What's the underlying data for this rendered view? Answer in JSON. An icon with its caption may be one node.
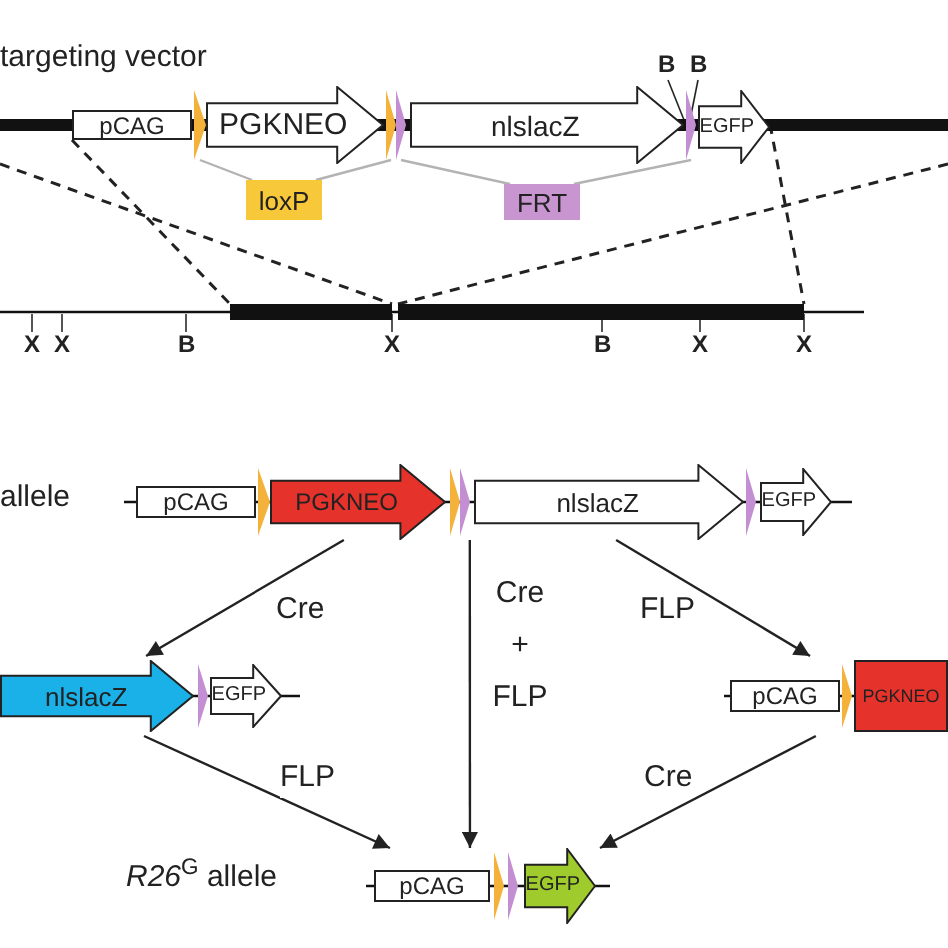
{
  "diagram": {
    "nodes": [
      {
        "text": [],
        "shape": "line",
        "beside": [
          "targeting vector"
        ]
      },
      {
        "text": [
          "pCAG"
        ],
        "in": 0
      },
      {
        "text": [],
        "shape": "triangle",
        "in": 0
      },
      {
        "text": [
          "PGKNEO"
        ],
        "in": 0
      },
      {
        "text": [],
        "shape": "triangle",
        "in": 0
      },
      {
        "text": [],
        "shape": "triangle",
        "in": 0
      },
      {
        "text": [
          "nlslacZ"
        ],
        "in": 0
      },
      {
        "text": [],
        "shape": "triangle",
        "in": 0
      },
      {
        "text": [
          "EGFP"
        ],
        "in": 0
      },
      {
        "text": [
          "loxP"
        ]
      },
      {
        "text": [
          "FRT"
        ]
      },
      {
        "text": [],
        "shape": "line",
        "beside": [
          "allele"
        ]
      },
      {
        "text": [
          "pCAG"
        ],
        "in": 11
      },
      {
        "text": [],
        "shape": "triangle",
        "in": 11
      },
      {
        "text": [
          "PGKNEO"
        ],
        "in": 11
      },
      {
        "text": [],
        "shape": "triangle",
        "in": 11
      },
      {
        "text": [],
        "shape": "triangle",
        "in": 11
      },
      {
        "text": [
          "nlslacZ"
        ],
        "in": 11
      },
      {
        "text": [],
        "shape": "triangle",
        "in": 11
      },
      {
        "text": [
          "EGFP"
        ],
        "in": 11
      },
      {
        "text": [],
        "shape": "line"
      },
      {
        "text": [
          "nlslacZ"
        ],
        "in": 20
      },
      {
        "text": [],
        "shape": "triangle",
        "in": 20
      },
      {
        "text": [
          "EGFP"
        ],
        "in": 20
      },
      {
        "text": [],
        "shape": "line"
      },
      {
        "text": [
          "pCAG"
        ],
        "in": 24
      },
      {
        "text": [],
        "shape": "triangle",
        "in": 24
      },
      {
        "text": [
          "PGKNEO"
        ],
        "in": 24
      },
      {
        "text": [],
        "shape": "line",
        "beside": [
          "*R26*$^{G}$ allele"
        ]
      },
      {
        "text": [
          "pCAG"
        ],
        "in": 28
      },
      {
        "text": [],
        "shape": "triangle",
        "in": 28
      },
      {
        "text": [],
        "shape": "triangle",
        "in": 28
      },
      {
        "text": [
          "EGFP"
        ],
        "in": 28
      },
      {
        "text": [],
        "shape": "line"
      },
      {
        "text": [],
        "shape": "bar",
        "in": 33
      },
      {
        "text": [],
        "shape": "bar",
        "in": 33
      }
    ],
    "edges": [
      {
        "from": 9,
        "to": 2,
        "arrow": "none",
        "color": "#b3b3b3"
      },
      {
        "from": 9,
        "to": 4,
        "arrow": "none",
        "color": "#b3b3b3"
      },
      {
        "from": 10,
        "to": 5,
        "arrow": "none",
        "color": "#b3b3b3"
      },
      {
        "from": 10,
        "to": 7,
        "arrow": "none",
        "color": "#b3b3b3"
      },
      {
        "from": 11,
        "to": 20,
        "arrow": "to",
        "label": "Cre"
      },
      {
        "from": 11,
        "to": 28,
        "arrow": "to",
        "label": "Cre + FLP"
      },
      {
        "from": 11,
        "to": 24,
        "arrow": "to",
        "label": "FLP"
      },
      {
        "from": 20,
        "to": 28,
        "arrow": "to",
        "label": "FLP"
      },
      {
        "from": 24,
        "to": 28,
        "arrow": "to",
        "label": "Cre"
      },
      {
        "from": 1,
        "to": 34,
        "arrow": "none",
        "style": "dashed"
      },
      {
        "from": 0,
        "to": 34,
        "arrow": "none",
        "style": "dashed"
      },
      {
        "from": 8,
        "to": 35,
        "arrow": "none",
        "style": "dashed"
      },
      {
        "from": 0,
        "to": 35,
        "arrow": "none",
        "style": "dashed"
      }
    ],
    "labels": [
      "B",
      "B",
      "X",
      "X",
      "B",
      "X",
      "B",
      "X",
      "X"
    ]
  }
}
